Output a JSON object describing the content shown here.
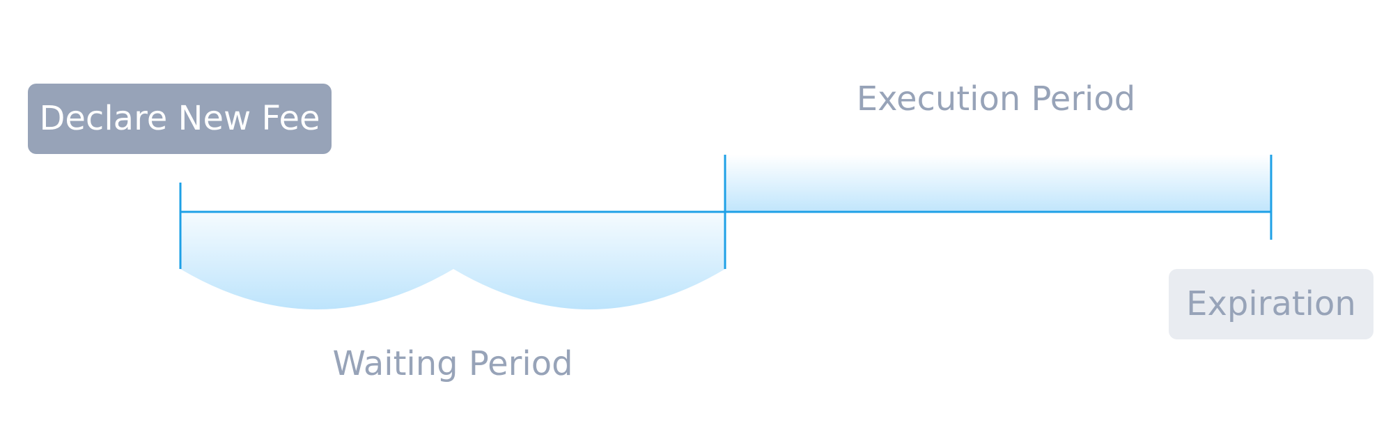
{
  "labels": {
    "declare": "Declare New Fee",
    "execution": "Execution Period",
    "waiting": "Waiting Period",
    "expiration": "Expiration"
  },
  "colors": {
    "timeline": "#1ea0e6",
    "fill": "#bde4fc",
    "declare_box": "#97a3b8",
    "expiration_box": "#e9ecf1",
    "label_text": "#97a3b8"
  }
}
